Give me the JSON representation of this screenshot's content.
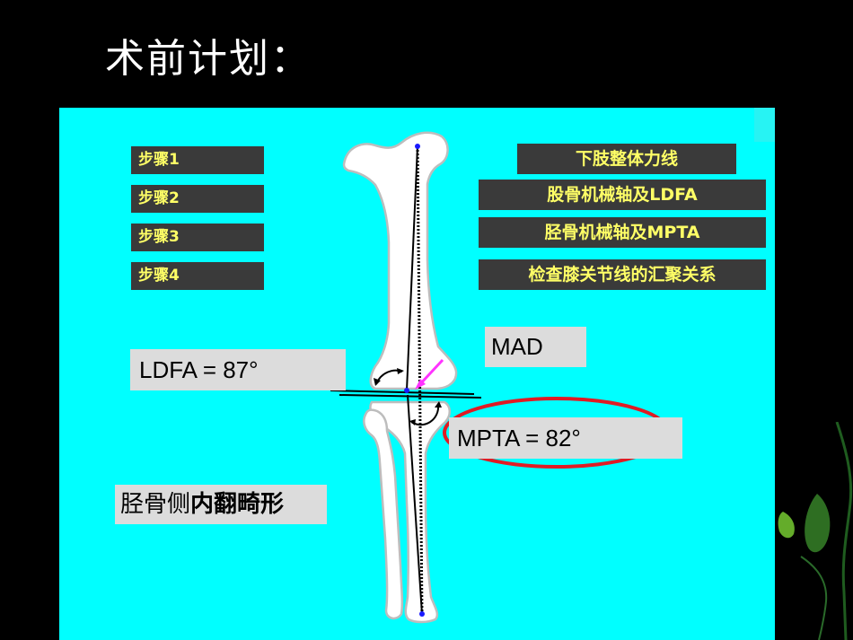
{
  "title": "术前计划：",
  "steps": [
    {
      "label": "步骤1"
    },
    {
      "label": "步骤2"
    },
    {
      "label": "步骤3"
    },
    {
      "label": "步骤4"
    }
  ],
  "tags": [
    {
      "label": "下肢整体力线"
    },
    {
      "label": "股骨机械轴及LDFA"
    },
    {
      "label": "胫骨机械轴及MPTA"
    },
    {
      "label": "检查膝关节线的汇聚关系"
    }
  ],
  "measurements": {
    "ldfa": "LDFA = 87°",
    "mad": "MAD",
    "mpta": "MPTA = 82°"
  },
  "diagnosis": {
    "part1": "胫骨侧",
    "part2": "内翻畸形"
  },
  "colors": {
    "panel": "#00ffff",
    "tag_bg": "#3a3a3a",
    "tag_text": "#ffff66",
    "highlight_ellipse": "#e01b24",
    "mad_arrow": "#ff33ff",
    "axis_point": "#1a1aff"
  }
}
